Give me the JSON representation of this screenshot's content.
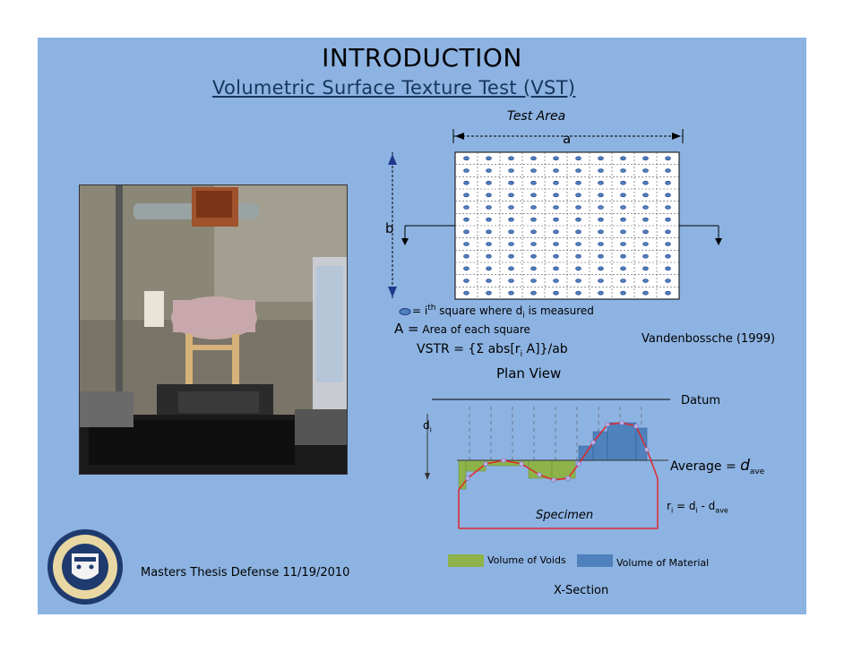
{
  "slide": {
    "title": "INTRODUCTION",
    "subtitle": "Volumetric Surface Texture Test (VST)",
    "footer": "Masters Thesis Defense 11/19/2010"
  },
  "plan_view": {
    "test_area": "Test Area",
    "a_label": "a",
    "b_label": "b",
    "legend_sq_prefix": "= i",
    "legend_sq_sup": "th",
    "legend_sq_mid": " square where  d",
    "legend_sq_sub": "i",
    "legend_sq_end": " is measured",
    "A_prefix": "A =",
    "A_desc": " Area of each square",
    "vstr": "VSTR = {Σ abs[r",
    "vstr_sub": "i",
    "vstr_end": " A]}/ab",
    "caption": "Plan View",
    "reference": "Vandenbossche (1999)"
  },
  "x_section": {
    "datum": "Datum",
    "di": "d",
    "di_sub": "i",
    "average_prefix": "Average = ",
    "average_d": "d",
    "average_sub": "ave",
    "ri_text": "r",
    "ri_sub": "i",
    "ri_mid": " = d",
    "ri_sub2": "i",
    "ri_end": " - d",
    "ri_sub3": "ave",
    "specimen": "Specimen",
    "legend_voids": "Volume of Voids",
    "legend_material": "Volume of Material",
    "caption": "X-Section",
    "colors": {
      "voids": "#8db34a",
      "material": "#4f81bd",
      "specimen_line": "#e0282c"
    }
  },
  "images": {
    "photo": "lab-apparatus-photo",
    "seal": "university-of-pittsburgh-seal"
  }
}
